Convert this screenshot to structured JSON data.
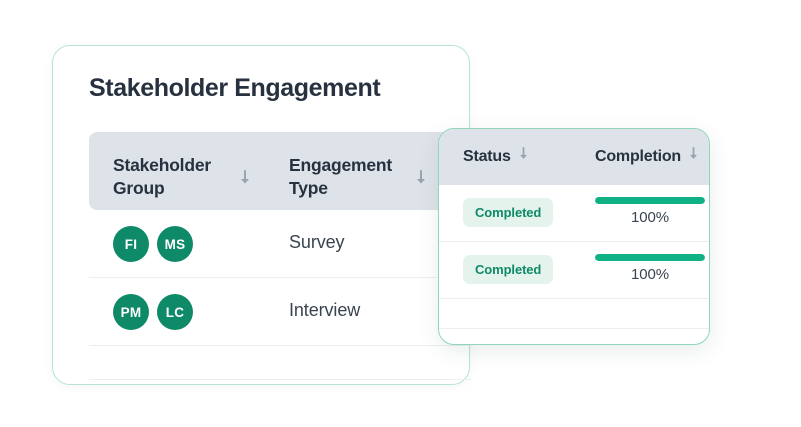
{
  "base_card": {
    "title": "Stakeholder Engagement",
    "columns": [
      {
        "label": "Stakeholder Group",
        "sort_icon": "arrow-down-icon"
      },
      {
        "label": "Engagement Type",
        "sort_icon": "arrow-down-icon"
      }
    ],
    "rows": [
      {
        "avatars": [
          {
            "initials": "FI"
          },
          {
            "initials": "MS"
          }
        ],
        "engagement_type": "Survey"
      },
      {
        "avatars": [
          {
            "initials": "PM"
          },
          {
            "initials": "LC"
          }
        ],
        "engagement_type": "Interview"
      }
    ]
  },
  "overlay_card": {
    "columns": [
      {
        "label": "Status",
        "sort_icon": "arrow-down-icon"
      },
      {
        "label": "Completion",
        "sort_icon": "arrow-down-icon"
      }
    ],
    "rows": [
      {
        "status": "Completed",
        "completion_label": "100%",
        "completion_value": 100
      },
      {
        "status": "Completed",
        "completion_label": "100%",
        "completion_value": 100
      }
    ]
  },
  "colors": {
    "avatar_green": "#0f8a68",
    "progress_green": "#10b184",
    "badge_bg": "#e4f3ec",
    "badge_text": "#0f8a68",
    "header_bg": "#dee3e9",
    "card_border": "#8fd6bd",
    "title_text": "#27313f",
    "row_divider": "#eceff2"
  }
}
